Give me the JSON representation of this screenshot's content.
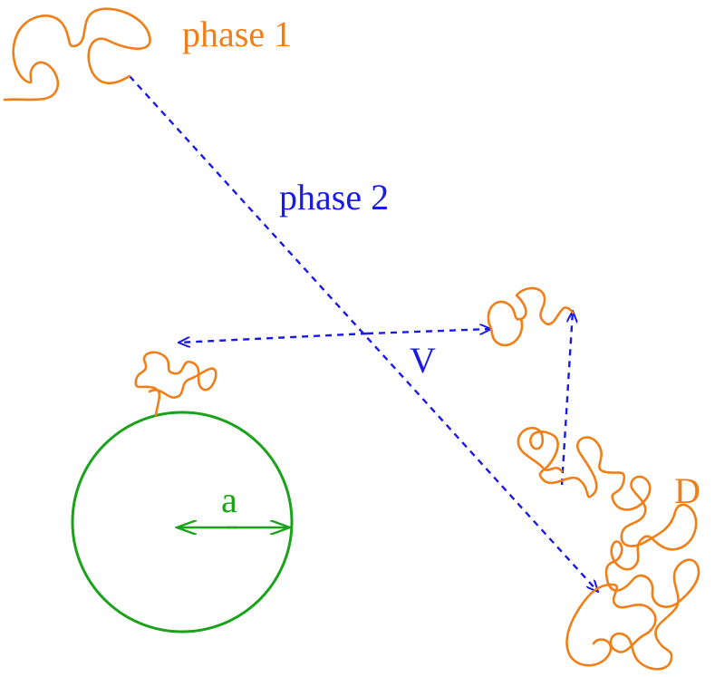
{
  "labels": {
    "phase1": "phase 1",
    "phase2": "phase 2",
    "velocity": "V",
    "diffusion": "D",
    "radius": "a"
  },
  "colors": {
    "polymer": "#f07f17",
    "trajectory": "#1a1ae6",
    "particle": "#1aa31a"
  }
}
